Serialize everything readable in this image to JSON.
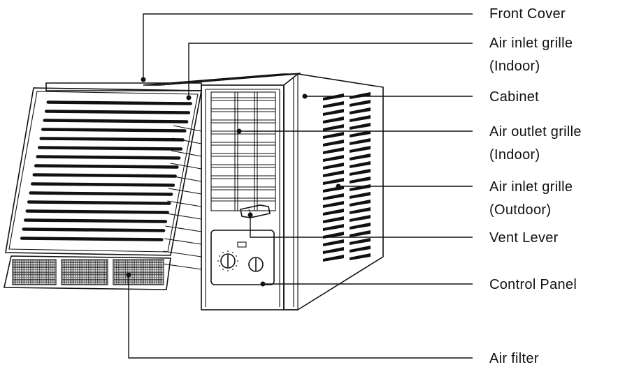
{
  "labels": {
    "front_cover": "Front Cover",
    "air_inlet_indoor_1": "Air inlet grille",
    "air_inlet_indoor_2": "(Indoor)",
    "cabinet": "Cabinet",
    "air_outlet_1": "Air outlet grille",
    "air_outlet_2": "(Indoor)",
    "air_inlet_outdoor_1": "Air inlet grille",
    "air_inlet_outdoor_2": "(Outdoor)",
    "vent_lever": "Vent Lever",
    "control_panel": "Control Panel",
    "air_filter": "Air filter"
  },
  "colors": {
    "line": "#111111",
    "background": "#ffffff"
  }
}
